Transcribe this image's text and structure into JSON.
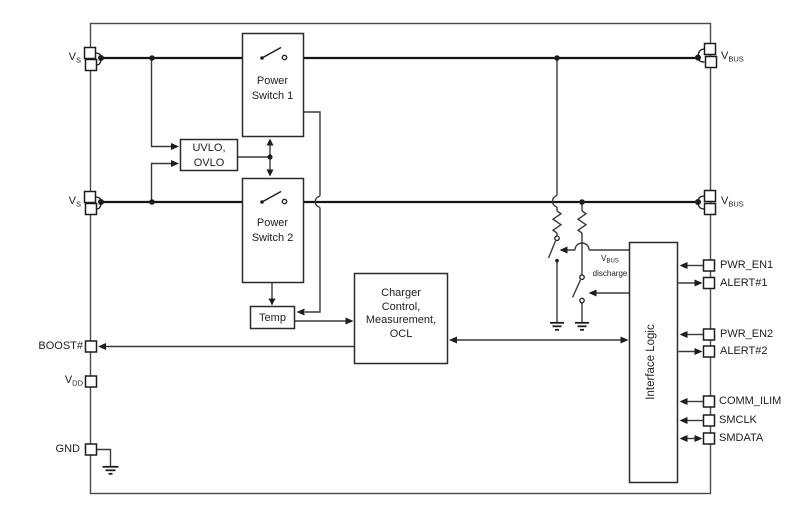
{
  "pins": {
    "vs1": {
      "base": "V",
      "sub": "S"
    },
    "vs2": {
      "base": "V",
      "sub": "S"
    },
    "vbus1": {
      "base": "V",
      "sub": "BUS"
    },
    "vbus2": {
      "base": "V",
      "sub": "BUS"
    },
    "boost": "BOOST#",
    "vdd": {
      "base": "V",
      "sub": "DD"
    },
    "gnd": "GND",
    "pwr_en1": "PWR_EN1",
    "alert1": "ALERT#1",
    "pwr_en2": "PWR_EN2",
    "alert2": "ALERT#2",
    "comm_ilim": "COMM_ILIM",
    "smclk": "SMCLK",
    "smdata": "SMDATA"
  },
  "blocks": {
    "power_switch_1": {
      "line1": "Power",
      "line2": "Switch 1"
    },
    "power_switch_2": {
      "line1": "Power",
      "line2": "Switch 2"
    },
    "uvlo": {
      "line1": "UVLO,",
      "line2": "OVLO"
    },
    "temp": "Temp",
    "charger": {
      "line1": "Charger",
      "line2": "Control,",
      "line3": "Measurement,",
      "line4": "OCL"
    },
    "interface": "Interface Logic"
  },
  "annotations": {
    "vbus_discharge": {
      "base": "V",
      "sub": "BUS",
      "line2": "discharge"
    }
  },
  "colors": {
    "background": "#ffffff",
    "line": "#3a3a3a",
    "thick_line": "#151515",
    "block_border": "#2b2b2b",
    "text": "#1d1d1f"
  }
}
